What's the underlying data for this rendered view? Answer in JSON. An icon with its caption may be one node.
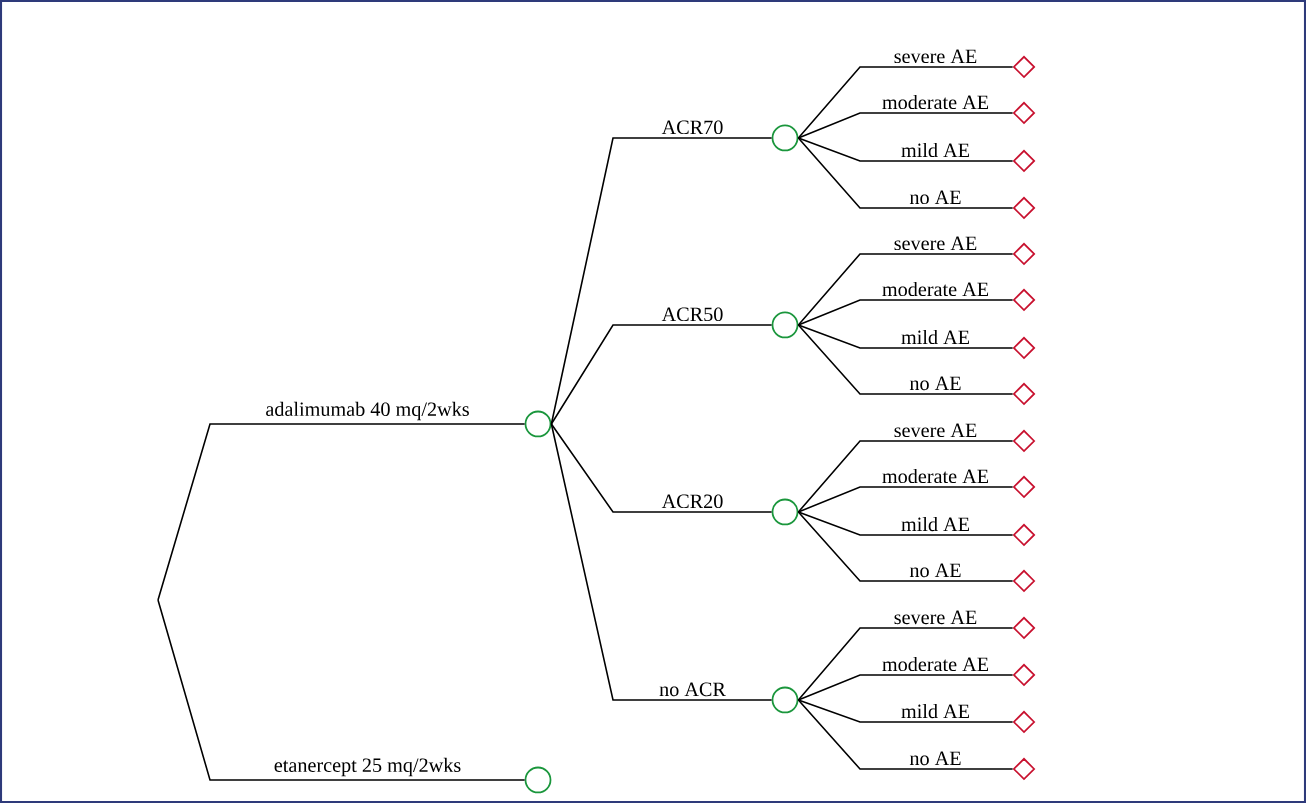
{
  "diagram": {
    "nodes": [
      {
        "text": [],
        "shape": "circle"
      },
      {
        "text": [],
        "shape": "circle"
      },
      {
        "text": [],
        "shape": "circle"
      },
      {
        "text": [],
        "shape": "circle"
      },
      {
        "text": [],
        "shape": "circle"
      },
      {
        "text": [],
        "shape": "circle"
      },
      {
        "text": [],
        "shape": "diamond"
      },
      {
        "text": [],
        "shape": "diamond"
      },
      {
        "text": [],
        "shape": "diamond"
      },
      {
        "text": [],
        "shape": "diamond"
      },
      {
        "text": [],
        "shape": "diamond"
      },
      {
        "text": [],
        "shape": "diamond"
      },
      {
        "text": [],
        "shape": "diamond"
      },
      {
        "text": [],
        "shape": "diamond"
      },
      {
        "text": [],
        "shape": "diamond"
      },
      {
        "text": [],
        "shape": "diamond"
      },
      {
        "text": [],
        "shape": "diamond"
      },
      {
        "text": [],
        "shape": "diamond"
      },
      {
        "text": [],
        "shape": "diamond"
      },
      {
        "text": [],
        "shape": "diamond"
      },
      {
        "text": [],
        "shape": "diamond"
      },
      {
        "text": [],
        "shape": "diamond"
      }
    ],
    "edges": [
      {
        "from": null,
        "to": 0,
        "arrow": "none",
        "label": "adalimumab 40 mq/2wks"
      },
      {
        "from": null,
        "to": 1,
        "arrow": "none",
        "label": "etanercept 25 mq/2wks"
      },
      {
        "from": 0,
        "to": 2,
        "arrow": "none",
        "label": "ACR70"
      },
      {
        "from": 0,
        "to": 3,
        "arrow": "none",
        "label": "ACR50"
      },
      {
        "from": 0,
        "to": 4,
        "arrow": "none",
        "label": "ACR20"
      },
      {
        "from": 0,
        "to": 5,
        "arrow": "none",
        "label": "no ACR"
      },
      {
        "from": 2,
        "to": 6,
        "arrow": "none",
        "label": "severe AE"
      },
      {
        "from": 2,
        "to": 7,
        "arrow": "none",
        "label": "moderate AE"
      },
      {
        "from": 2,
        "to": 8,
        "arrow": "none",
        "label": "mild AE"
      },
      {
        "from": 2,
        "to": 9,
        "arrow": "none",
        "label": "no AE"
      },
      {
        "from": 3,
        "to": 10,
        "arrow": "none",
        "label": "severe AE"
      },
      {
        "from": 3,
        "to": 11,
        "arrow": "none",
        "label": "moderate AE"
      },
      {
        "from": 3,
        "to": 12,
        "arrow": "none",
        "label": "mild AE"
      },
      {
        "from": 3,
        "to": 13,
        "arrow": "none",
        "label": "no AE"
      },
      {
        "from": 4,
        "to": 14,
        "arrow": "none",
        "label": "severe AE"
      },
      {
        "from": 4,
        "to": 15,
        "arrow": "none",
        "label": "moderate AE"
      },
      {
        "from": 4,
        "to": 16,
        "arrow": "none",
        "label": "mild AE"
      },
      {
        "from": 4,
        "to": 17,
        "arrow": "none",
        "label": "no AE"
      },
      {
        "from": 5,
        "to": 18,
        "arrow": "none",
        "label": "severe AE"
      },
      {
        "from": 5,
        "to": 19,
        "arrow": "none",
        "label": "moderate AE"
      },
      {
        "from": 5,
        "to": 20,
        "arrow": "none",
        "label": "mild AE"
      },
      {
        "from": 5,
        "to": 21,
        "arrow": "none",
        "label": "no AE"
      }
    ]
  }
}
